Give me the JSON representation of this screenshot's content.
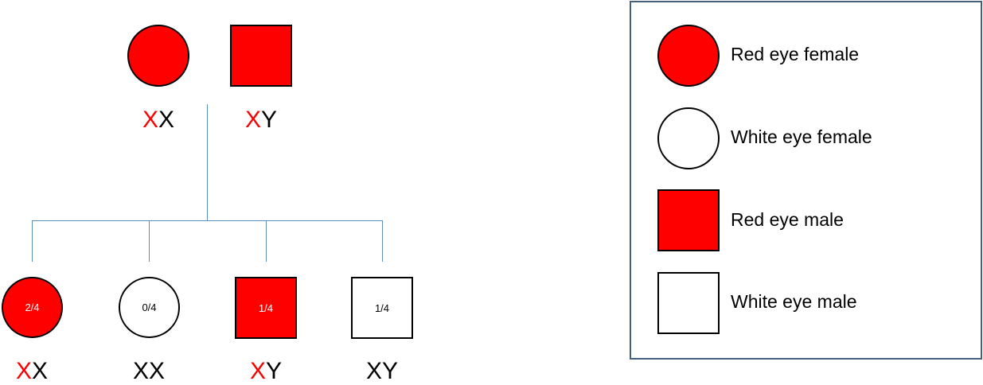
{
  "colors": {
    "affected": "#ff0000",
    "unaffected": "#ffffff",
    "outline": "#000000",
    "connector": "#5b8db8",
    "legend_border": "#44607a",
    "allele_marked": "#ff0000",
    "allele_plain": "#000000"
  },
  "parents": [
    {
      "sex": "female",
      "phenotype": "red",
      "genotype": [
        {
          "allele": "X",
          "marked": true
        },
        {
          "allele": "X",
          "marked": false
        }
      ]
    },
    {
      "sex": "male",
      "phenotype": "red",
      "genotype": [
        {
          "allele": "X",
          "marked": true
        },
        {
          "allele": "Y",
          "marked": false
        }
      ]
    }
  ],
  "offspring": [
    {
      "sex": "female",
      "phenotype": "red",
      "ratio": "2/4",
      "genotype": [
        {
          "allele": "X",
          "marked": true
        },
        {
          "allele": "X",
          "marked": false
        }
      ]
    },
    {
      "sex": "female",
      "phenotype": "white",
      "ratio": "0/4",
      "genotype": [
        {
          "allele": "X",
          "marked": false
        },
        {
          "allele": "X",
          "marked": false
        }
      ]
    },
    {
      "sex": "male",
      "phenotype": "red",
      "ratio": "1/4",
      "genotype": [
        {
          "allele": "X",
          "marked": true
        },
        {
          "allele": "Y",
          "marked": false
        }
      ]
    },
    {
      "sex": "male",
      "phenotype": "white",
      "ratio": "1/4",
      "genotype": [
        {
          "allele": "X",
          "marked": false
        },
        {
          "allele": "Y",
          "marked": false
        }
      ]
    }
  ],
  "legend": [
    {
      "symbol": "circle-red",
      "label": "Red eye female"
    },
    {
      "symbol": "circle-white",
      "label": "White eye female"
    },
    {
      "symbol": "square-red",
      "label": "Red eye male"
    },
    {
      "symbol": "square-white",
      "label": "White eye male"
    }
  ]
}
